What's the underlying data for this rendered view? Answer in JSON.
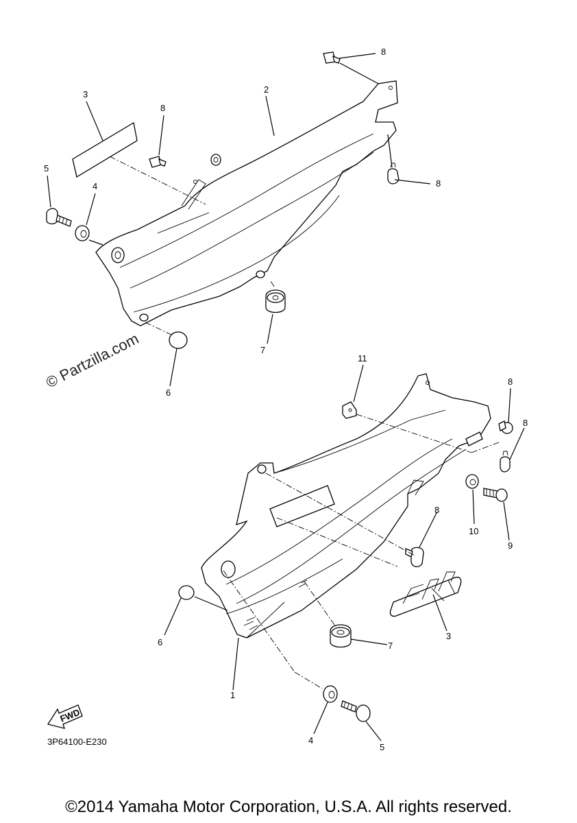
{
  "callouts": {
    "c1": "1",
    "c2": "2",
    "c3a": "3",
    "c3b": "3",
    "c4a": "4",
    "c4b": "4",
    "c5a": "5",
    "c5b": "5",
    "c6a": "6",
    "c6b": "6",
    "c7a": "7",
    "c7b": "7",
    "c8a": "8",
    "c8b": "8",
    "c8c": "8",
    "c8d": "8",
    "c8e": "8",
    "c8f": "8",
    "c9": "9",
    "c10": "10",
    "c11": "11"
  },
  "watermark": "© Partzilla.com",
  "fwd_label": "FWD",
  "diagram_code": "3P64100-E230",
  "copyright": "©2014 Yamaha Motor Corporation, U.S.A. All rights reserved."
}
